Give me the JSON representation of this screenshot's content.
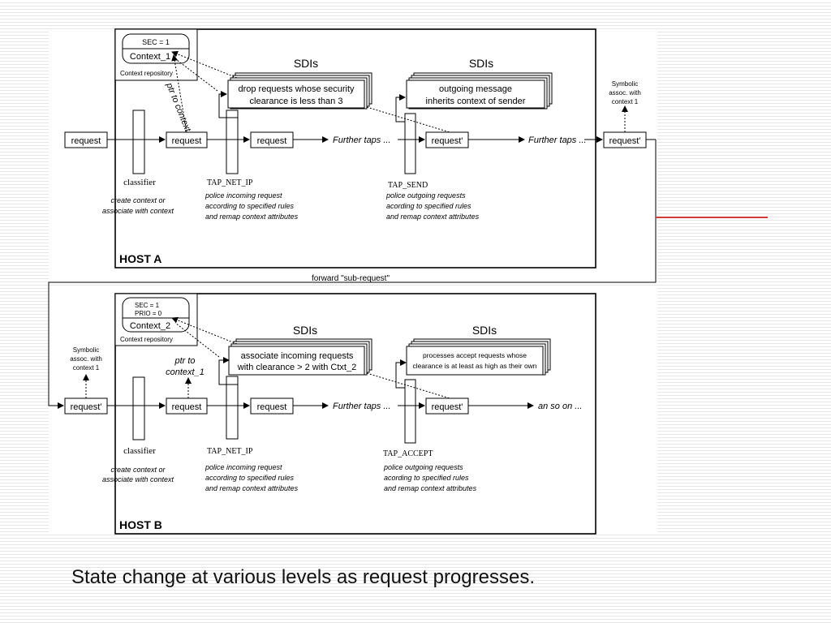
{
  "colors": {
    "stroke": "#000000",
    "panel_bg": "#ffffff",
    "accent_line": "#d43a3a",
    "text": "#111111"
  },
  "host_a": {
    "label": "HOST A",
    "repo_value": "SEC = 1",
    "repo_context": "Context_1",
    "repo_label": "Context repository",
    "ptr": "ptr to context_1",
    "sdis_1": "SDIs",
    "sdis_2": "SDIs",
    "sdi_1_line1": "drop requests whose security",
    "sdi_1_line2": "clearance is less than 3",
    "sdi_2_line1": "outgoing message",
    "sdi_2_line2": "inherits context of sender",
    "symbolic_line1": "Symbolic",
    "symbolic_line2": "assoc. with",
    "symbolic_line3": "context 1",
    "request_in": "request",
    "request_2": "request",
    "request_3": "request",
    "request_4": "request'",
    "request_out": "request'",
    "further_1": "Further taps ...",
    "further_2": "Further taps ...",
    "classifier": "classifier",
    "classifier_desc_1": "create context or",
    "classifier_desc_2": "associate with context",
    "tap_1": "TAP_NET_IP",
    "tap_1_desc_1": "police incoming request",
    "tap_1_desc_2": "according to specified rules",
    "tap_1_desc_3": "and remap context attributes",
    "tap_2": "TAP_SEND",
    "tap_2_desc_1": "police outgoing requests",
    "tap_2_desc_2": "acording to specified rules",
    "tap_2_desc_3": "and remap context attributes"
  },
  "forward_label": "forward \"sub-request\"",
  "host_b": {
    "label": "HOST B",
    "repo_value_1": "SEC = 1",
    "repo_value_2": "PRIO = 0",
    "repo_context": "Context_2",
    "repo_label": "Context repository",
    "ptr_1": "ptr to",
    "ptr_2": "context_1",
    "sdis_1": "SDIs",
    "sdis_2": "SDIs",
    "sdi_1_line1": "associate incoming requests",
    "sdi_1_line2": "with clearance > 2 with Ctxt_2",
    "sdi_2_line1": "processes accept requests whose",
    "sdi_2_line2": "clearance is at least as high as their own",
    "symbolic_line1": "Symbolic",
    "symbolic_line2": "assoc. with",
    "symbolic_line3": "context 1",
    "request_in": "request'",
    "request_2": "request",
    "request_3": "request",
    "request_4": "request'",
    "further": "Further taps ...",
    "so_on": "an so on ...",
    "classifier": "classifier",
    "classifier_desc_1": "create context or",
    "classifier_desc_2": "associate with context",
    "tap_1": "TAP_NET_IP",
    "tap_1_desc_1": "police incoming request",
    "tap_1_desc_2": "according to specified rules",
    "tap_1_desc_3": "and remap context attributes",
    "tap_2": "TAP_ACCEPT",
    "tap_2_desc_1": "police outgoing requests",
    "tap_2_desc_2": "acording to specified rules",
    "tap_2_desc_3": "and remap context attributes"
  },
  "caption": "State change at various levels as request progresses."
}
